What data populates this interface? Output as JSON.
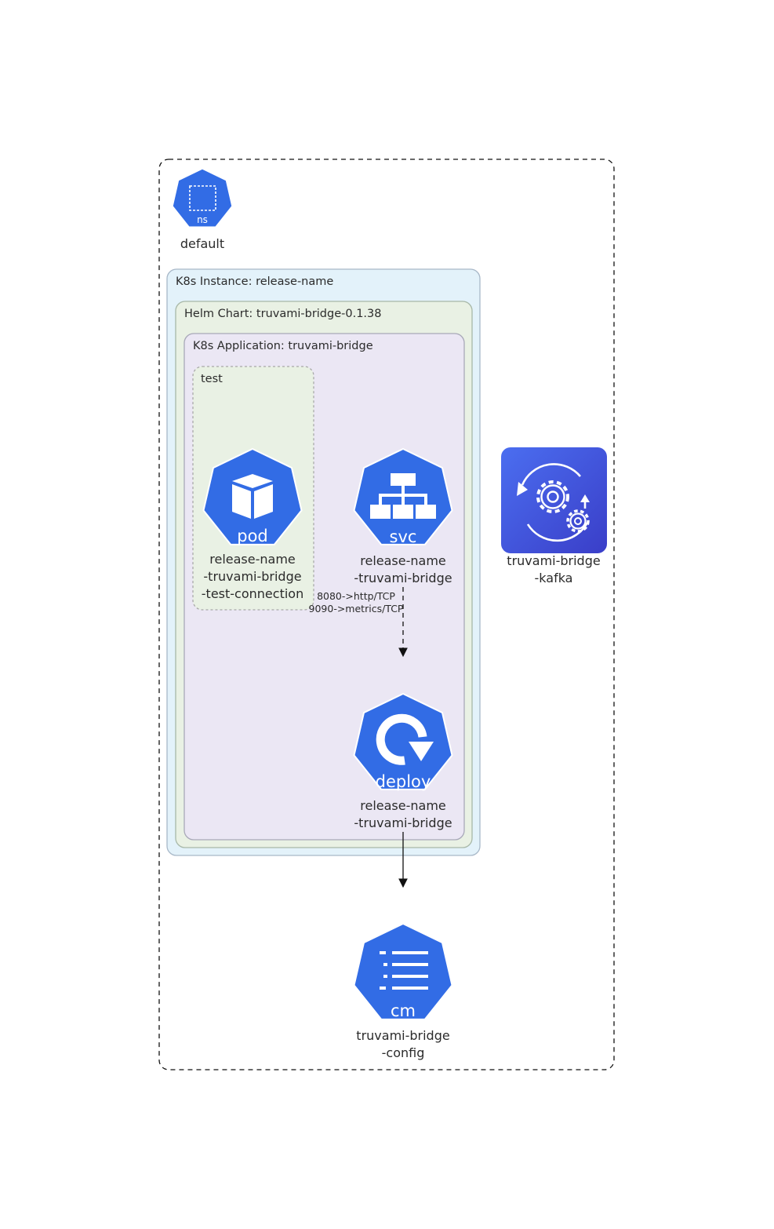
{
  "namespace": {
    "icon_name": "namespace-icon",
    "icon_text": "ns",
    "label": "default"
  },
  "clusters": {
    "instance": {
      "label": "K8s Instance: release-name"
    },
    "chart": {
      "label": "Helm Chart: truvami-bridge-0.1.38"
    },
    "application": {
      "label": "K8s Application: truvami-bridge"
    },
    "test": {
      "label": "test"
    }
  },
  "nodes": {
    "pod": {
      "icon_name": "pod-icon",
      "icon_text": "pod",
      "label_lines": [
        "release-name",
        "-truvami-bridge",
        "-test-connection"
      ]
    },
    "svc": {
      "icon_name": "service-icon",
      "icon_text": "svc",
      "label_lines": [
        "release-name",
        "-truvami-bridge"
      ]
    },
    "deploy": {
      "icon_name": "deployment-icon",
      "icon_text": "deploy",
      "label_lines": [
        "release-name",
        "-truvami-bridge"
      ]
    },
    "cm": {
      "icon_name": "configmap-icon",
      "icon_text": "cm",
      "label_lines": [
        "truvami-bridge",
        "-config"
      ]
    },
    "kafka": {
      "icon_name": "kafka-operator-icon",
      "label_lines": [
        "truvami-bridge",
        "-kafka"
      ]
    }
  },
  "edges": {
    "svc_to_deploy": {
      "label_lines": [
        "8080->http/TCP",
        "9090->metrics/TCP"
      ],
      "style": "dashed"
    },
    "deploy_to_cm": {
      "style": "solid"
    }
  },
  "colors": {
    "k8s_blue": "#326ce5",
    "instance_fill": "#e3f2fa",
    "chart_fill": "#e9f1e4",
    "app_fill": "#ebe7f4",
    "test_fill": "#e9f1e4",
    "kafka_gradient_top": "#4b6ef0",
    "kafka_gradient_bottom": "#3a3ec8"
  }
}
